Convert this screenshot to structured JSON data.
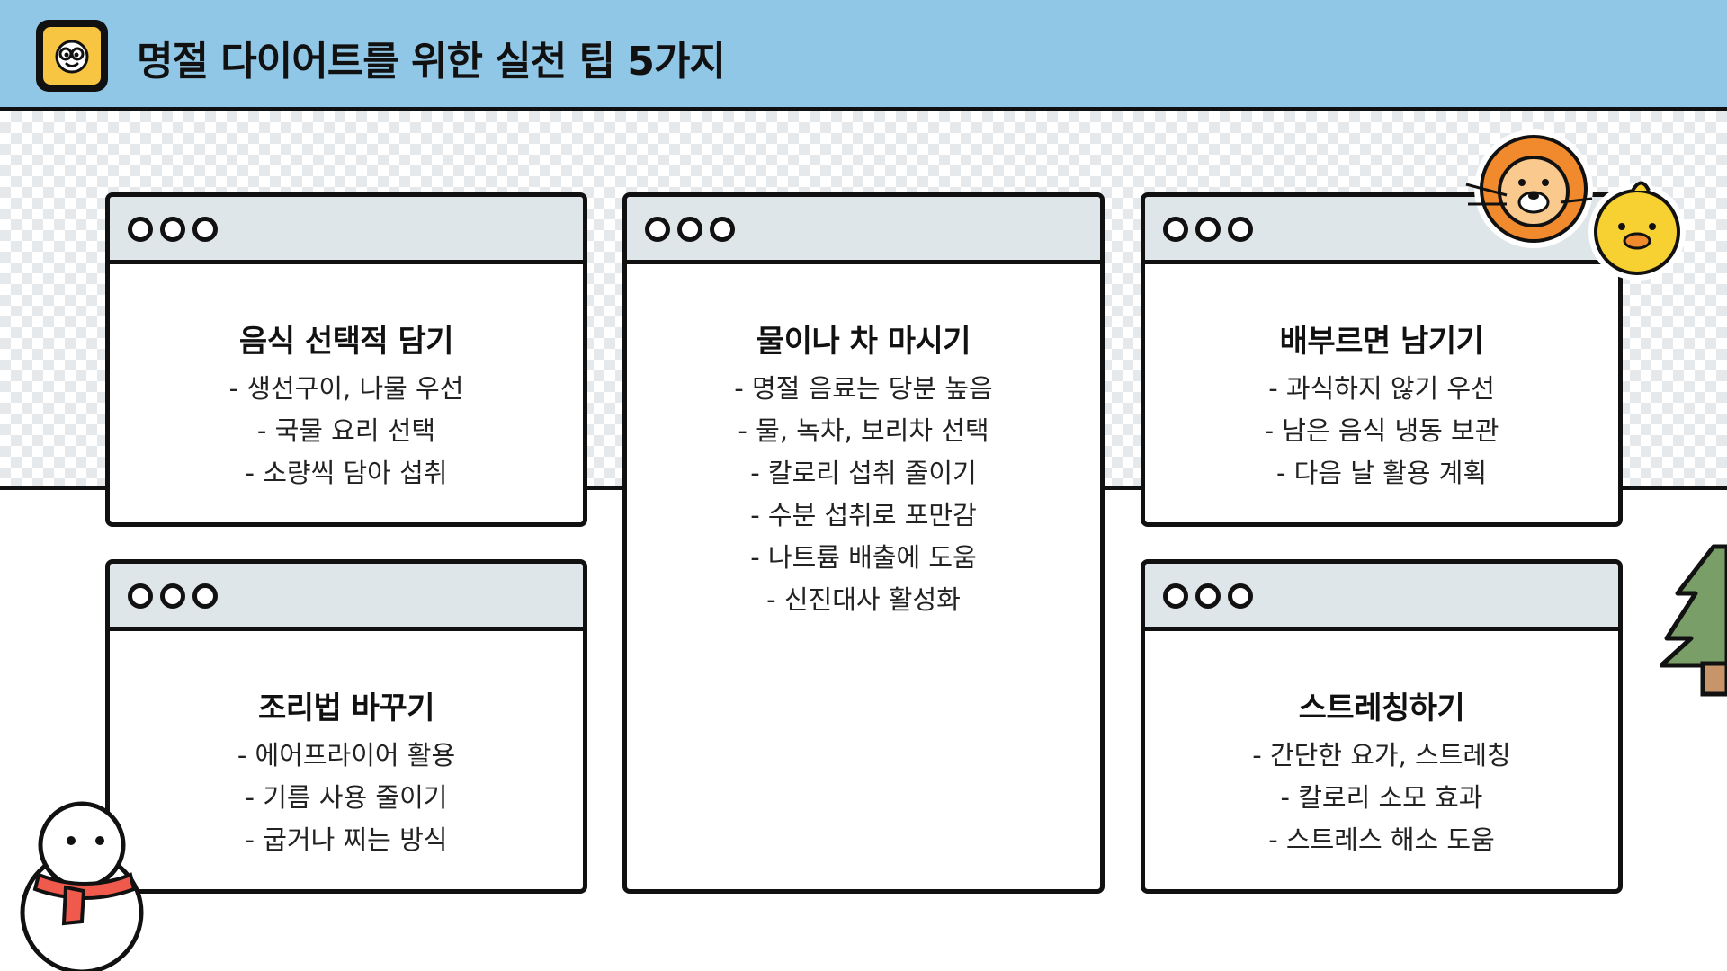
{
  "header": {
    "title": "명절 다이어트를 위한 실천 팁 5가지"
  },
  "cards": [
    {
      "title": "음식 선택적 담기",
      "lines": [
        "- 생선구이, 나물 우선",
        "- 국물 요리 선택",
        "- 소량씩 담아 섭취"
      ]
    },
    {
      "title": "물이나 차 마시기",
      "lines": [
        "- 명절 음료는 당분 높음",
        "- 물, 녹차, 보리차 선택",
        "- 칼로리 섭취 줄이기",
        "- 수분 섭취로 포만감",
        "- 나트륨 배출에 도움",
        "- 신진대사 활성화"
      ]
    },
    {
      "title": "배부르면 남기기",
      "lines": [
        "- 과식하지 않기 우선",
        "- 남은 음식 냉동 보관",
        "- 다음 날 활용 계획"
      ]
    },
    {
      "title": "조리법 바꾸기",
      "lines": [
        "- 에어프라이어 활용",
        "- 기름 사용 줄이기",
        "- 굽거나 찌는 방식"
      ]
    },
    {
      "title": "스트레칭하기",
      "lines": [
        "- 간단한 요가, 스트레칭",
        "- 칼로리 소모 효과",
        "- 스트레스 해소 도움"
      ]
    }
  ],
  "colors": {
    "header_bg": "#90c6e6",
    "card_bar": "#dfe6ea",
    "logo_bg": "#f7c542",
    "lion": "#f08a2c",
    "chick": "#f7d031",
    "tree": "#7a9e68",
    "scarf": "#ef5a4c"
  },
  "icons": {
    "logo": "smiley-face-icon",
    "window_controls": "three-circle-dots-icon"
  }
}
